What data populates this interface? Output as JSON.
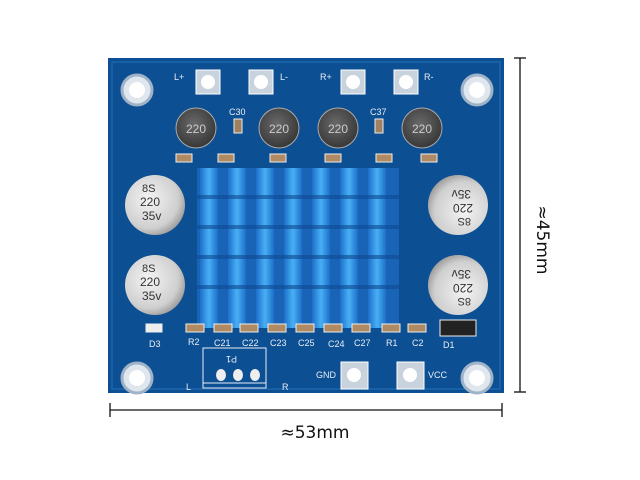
{
  "board": {
    "color": "#0d4f93",
    "heatsink_color": "#2a8fe0",
    "terminals_top": [
      "L+",
      "L-",
      "R+",
      "R-"
    ],
    "top_caps": [
      "C30",
      "C37"
    ],
    "inductor_value": "220",
    "electrolytic": {
      "line1": "8S",
      "line2": "220",
      "line3": "35v"
    },
    "bottom_components": [
      "D3",
      "R2",
      "C21",
      "C22",
      "C23",
      "C25",
      "C24",
      "C27",
      "R1",
      "C2",
      "D1"
    ],
    "pot_label": "P1",
    "left_label": "L",
    "right_label": "R",
    "power": [
      "GND",
      "VCC"
    ]
  },
  "dimensions": {
    "width": "≈53mm",
    "height": "≈45mm"
  }
}
